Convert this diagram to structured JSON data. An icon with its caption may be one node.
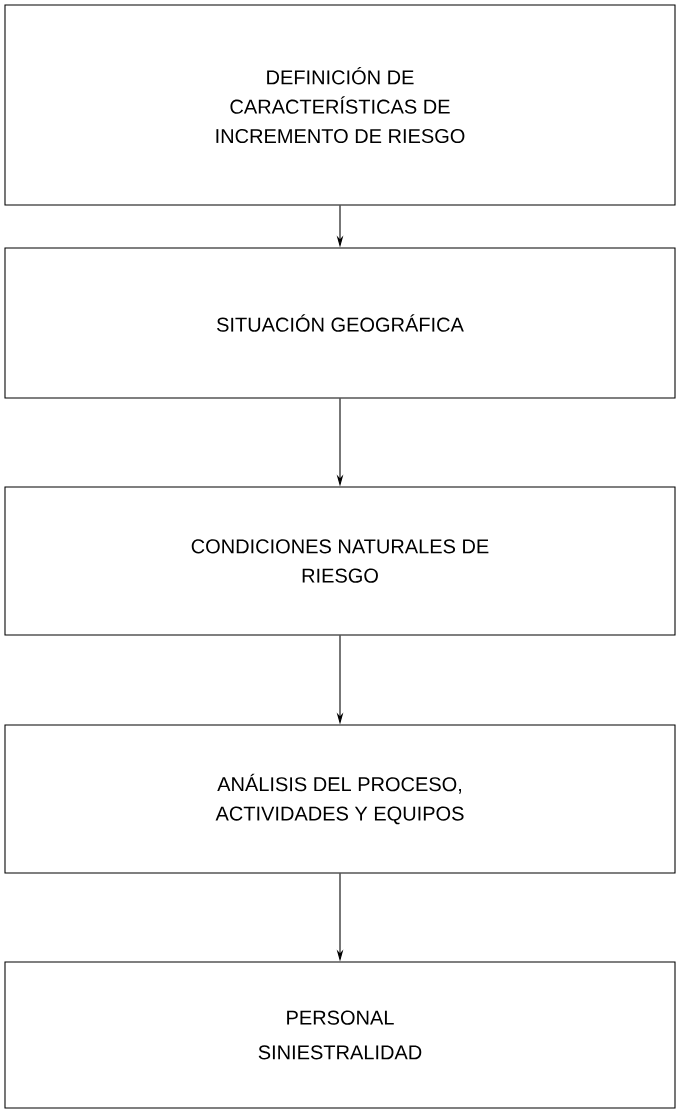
{
  "diagram": {
    "nodes": [
      {
        "text": [
          "DEFINICIÓN DE CARACTERÍSTICAS DE INCREMENTO DE RIESGO"
        ]
      },
      {
        "text": [
          "SITUACIÓN GEOGRÁFICA"
        ]
      },
      {
        "text": [
          "CONDICIONES NATURALES DE RIESGO"
        ]
      },
      {
        "text": [
          "ANÁLISIS DEL PROCESO, ACTIVIDADES Y EQUIPOS"
        ]
      },
      {
        "text": [
          "PERSONAL",
          "SINIESTRALIDAD"
        ]
      }
    ],
    "edges": [
      {
        "from": 0,
        "to": 1,
        "arrow": "to"
      },
      {
        "from": 1,
        "to": 2,
        "arrow": "to"
      },
      {
        "from": 2,
        "to": 3,
        "arrow": "to"
      },
      {
        "from": 3,
        "to": 4,
        "arrow": "to"
      }
    ]
  }
}
